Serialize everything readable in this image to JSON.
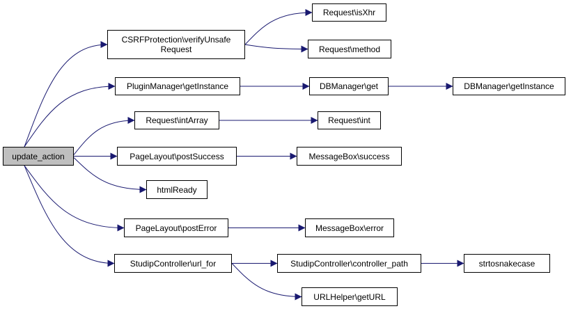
{
  "nodes": [
    {
      "id": "update_action",
      "label": "update_action",
      "root": true
    },
    {
      "id": "csrf",
      "label": "CSRFProtection\\verifyUnsafe",
      "label2": "Request"
    },
    {
      "id": "pm",
      "label": "PluginManager\\getInstance"
    },
    {
      "id": "intArray",
      "label": "Request\\intArray"
    },
    {
      "id": "postSuccess",
      "label": "PageLayout\\postSuccess"
    },
    {
      "id": "htmlReady",
      "label": "htmlReady"
    },
    {
      "id": "postError",
      "label": "PageLayout\\postError"
    },
    {
      "id": "urlFor",
      "label": "StudipController\\url_for"
    },
    {
      "id": "isXhr",
      "label": "Request\\isXhr"
    },
    {
      "id": "method",
      "label": "Request\\method"
    },
    {
      "id": "dbget",
      "label": "DBManager\\get"
    },
    {
      "id": "reqInt",
      "label": "Request\\int"
    },
    {
      "id": "mbSuccess",
      "label": "MessageBox\\success"
    },
    {
      "id": "mbError",
      "label": "MessageBox\\error"
    },
    {
      "id": "ctrlPath",
      "label": "StudipController\\controller_path"
    },
    {
      "id": "getURL",
      "label": "URLHelper\\getURL"
    },
    {
      "id": "dbInst",
      "label": "DBManager\\getInstance"
    },
    {
      "id": "snake",
      "label": "strtosnakecase"
    }
  ],
  "edges": [
    [
      "update_action",
      "csrf"
    ],
    [
      "update_action",
      "pm"
    ],
    [
      "update_action",
      "intArray"
    ],
    [
      "update_action",
      "postSuccess"
    ],
    [
      "update_action",
      "htmlReady"
    ],
    [
      "update_action",
      "postError"
    ],
    [
      "update_action",
      "urlFor"
    ],
    [
      "csrf",
      "isXhr"
    ],
    [
      "csrf",
      "method"
    ],
    [
      "pm",
      "dbget"
    ],
    [
      "dbget",
      "dbInst"
    ],
    [
      "intArray",
      "reqInt"
    ],
    [
      "postSuccess",
      "mbSuccess"
    ],
    [
      "postError",
      "mbError"
    ],
    [
      "urlFor",
      "ctrlPath"
    ],
    [
      "urlFor",
      "getURL"
    ],
    [
      "ctrlPath",
      "snake"
    ]
  ],
  "colors": {
    "edge": "#191970",
    "node_border": "#000000",
    "root_fill": "#bfbfbf"
  }
}
